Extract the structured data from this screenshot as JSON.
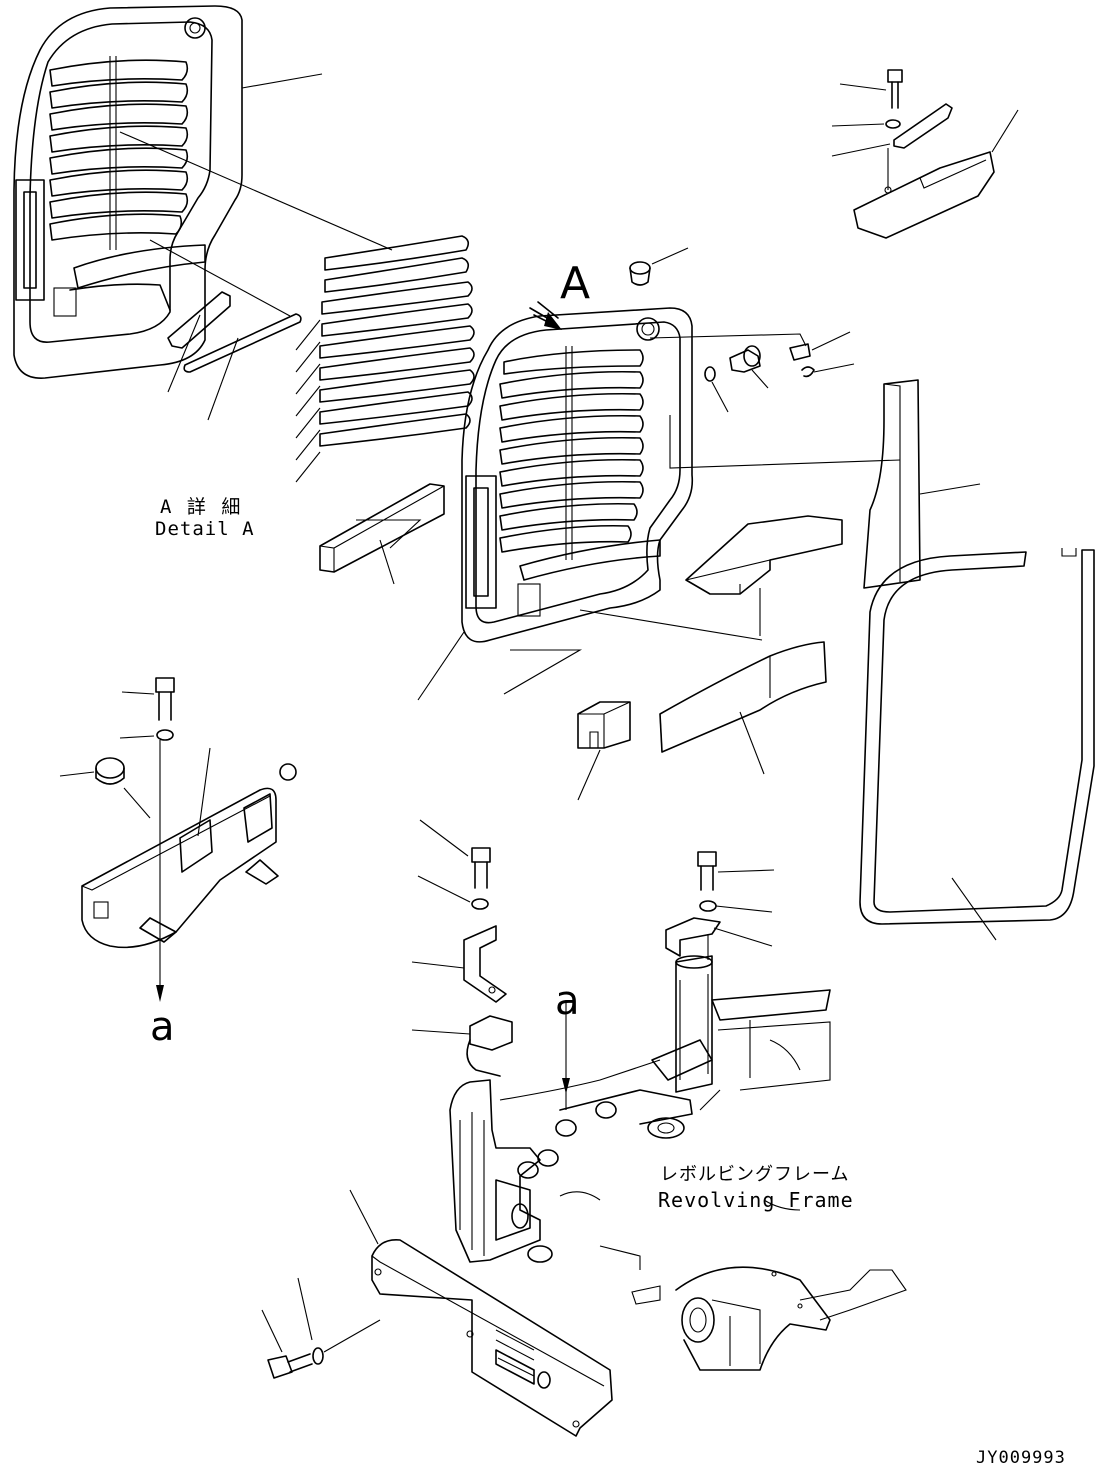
{
  "labels": {
    "view_arrow": "A",
    "detail_jp": "A 詳 細",
    "detail_en": "Detail A",
    "ref_a_left": "a",
    "ref_a_center": "a",
    "frame_jp": "レボルビングフレーム",
    "frame_en": "Revolving Frame",
    "drawing_number": "JY009993"
  }
}
